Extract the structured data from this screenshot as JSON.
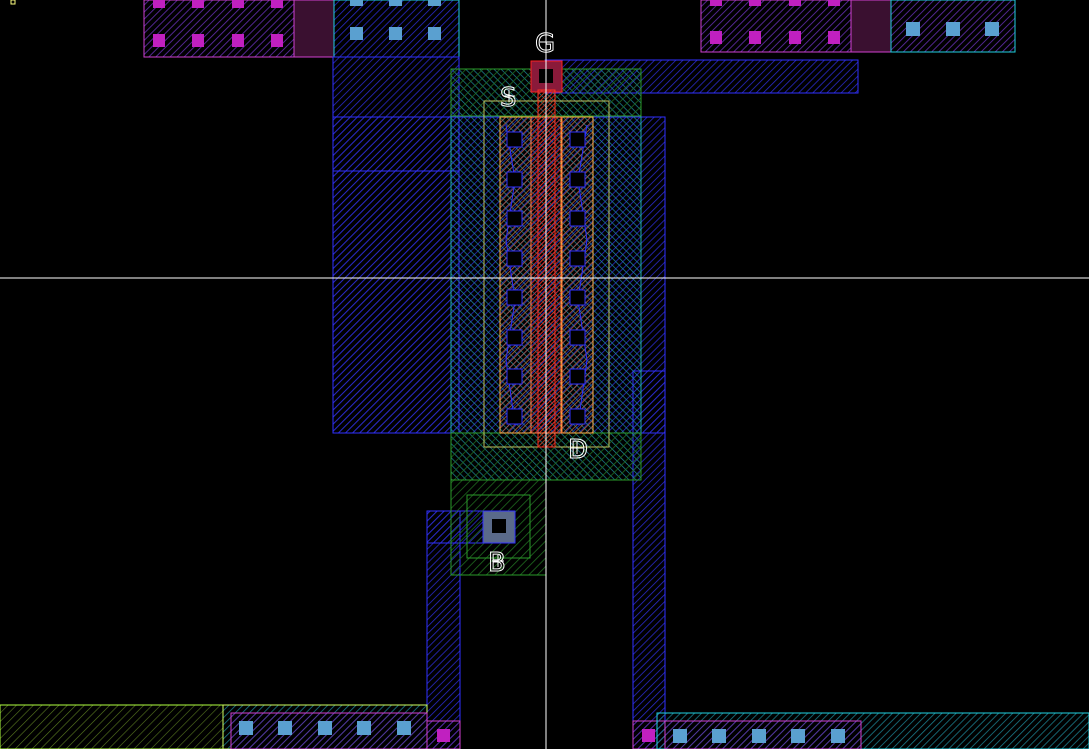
{
  "layout_view": {
    "labels": {
      "gate": "G",
      "source": "S",
      "drain": "D",
      "bulk": "B"
    },
    "colors": {
      "background": "#000000",
      "crosshair": "#ffffff",
      "poly": "#ff2020",
      "poly_fill": "#c01818",
      "metal1": "#3030ff",
      "metal1_fill": "#1010a0",
      "diffusion": "#ffb040",
      "diffusion_fill": "#7a3a28",
      "well": "#20b0b0",
      "well_fill": "#0f5a6a",
      "implant": "#2a9a2a",
      "select": "#c0c060",
      "contact": "#000000",
      "via": "#ff40ff",
      "via_fill": "#b020b0",
      "metal2": "#20d0e0",
      "pwell": "#b0ff40"
    },
    "icons": [
      "gate-pin-icon",
      "source-pin-icon",
      "drain-pin-icon",
      "bulk-pin-icon",
      "corner-marker-icon"
    ]
  }
}
